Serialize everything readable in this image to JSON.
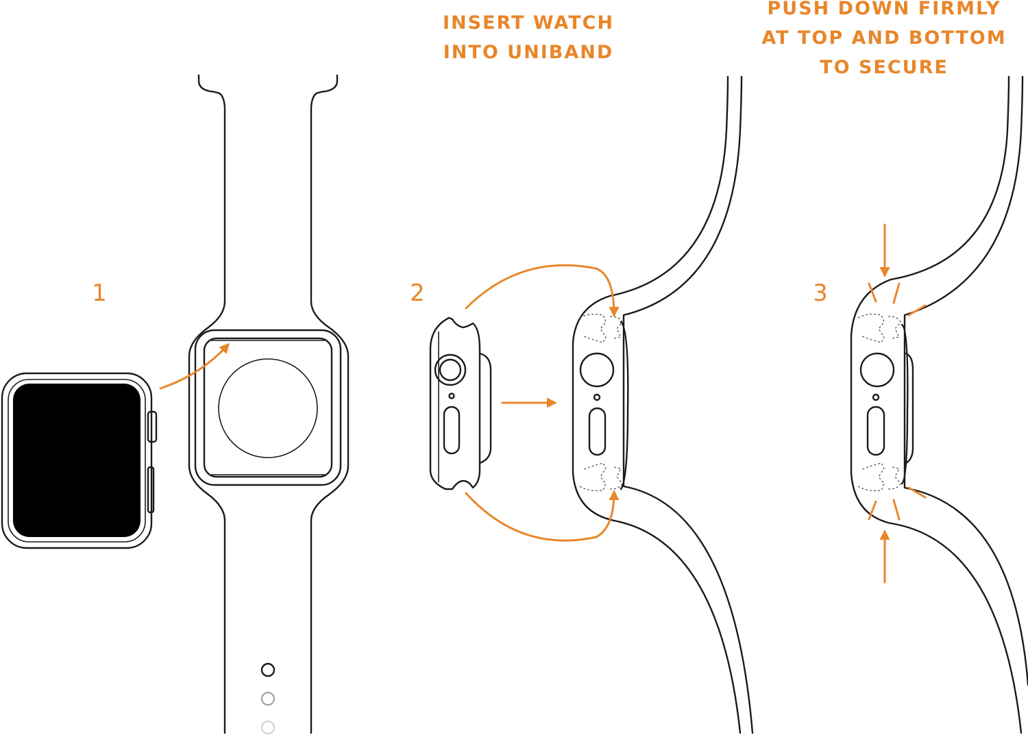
{
  "steps": [
    {
      "number": "1",
      "caption": []
    },
    {
      "number": "2",
      "caption": [
        "INSERT WATCH",
        "INTO UNIBAND"
      ]
    },
    {
      "number": "3",
      "caption": [
        "PUSH DOWN FIRMLY",
        "AT TOP AND BOTTOM",
        "TO SECURE"
      ]
    }
  ],
  "colors": {
    "accent": "#E8862A",
    "line": "#1a1a1a",
    "screen": "#000000"
  }
}
